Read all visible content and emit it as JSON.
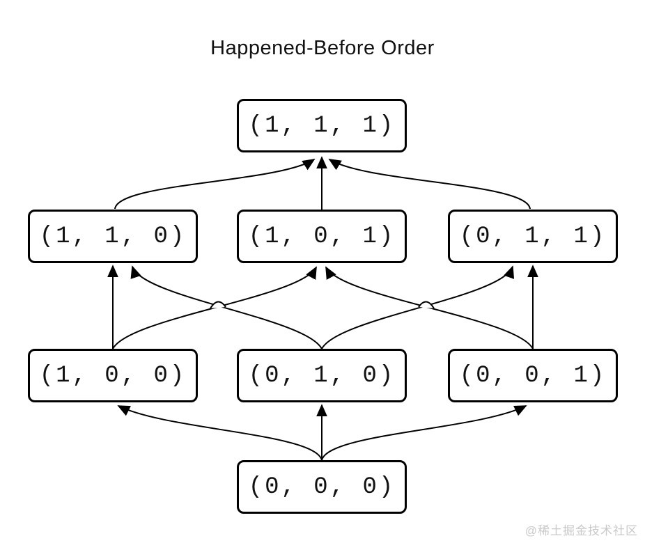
{
  "title": "Happened-Before Order",
  "watermark": "@稀土掘金技术社区",
  "colors": {
    "stroke": "#000000",
    "background": "#ffffff",
    "node_border": "#000000",
    "watermark": "#c9c9c9"
  },
  "diagram": {
    "type": "lattice",
    "description": "Hasse diagram of vector clocks ordered by happened-before; arrows point from smaller to larger clock",
    "nodes": {
      "n111": {
        "label": "(1, 1, 1)",
        "row": 1
      },
      "n110": {
        "label": "(1, 1, 0)",
        "row": 2
      },
      "n101": {
        "label": "(1, 0, 1)",
        "row": 2
      },
      "n011": {
        "label": "(0, 1, 1)",
        "row": 2
      },
      "n100": {
        "label": "(1, 0, 0)",
        "row": 3
      },
      "n010": {
        "label": "(0, 1, 0)",
        "row": 3
      },
      "n001": {
        "label": "(0, 0, 1)",
        "row": 3
      },
      "n000": {
        "label": "(0, 0, 0)",
        "row": 4
      }
    },
    "edges": [
      [
        "n000",
        "n100"
      ],
      [
        "n000",
        "n010"
      ],
      [
        "n000",
        "n001"
      ],
      [
        "n100",
        "n110"
      ],
      [
        "n100",
        "n101"
      ],
      [
        "n010",
        "n110"
      ],
      [
        "n010",
        "n011"
      ],
      [
        "n001",
        "n101"
      ],
      [
        "n001",
        "n011"
      ],
      [
        "n110",
        "n111"
      ],
      [
        "n101",
        "n111"
      ],
      [
        "n011",
        "n111"
      ]
    ]
  }
}
